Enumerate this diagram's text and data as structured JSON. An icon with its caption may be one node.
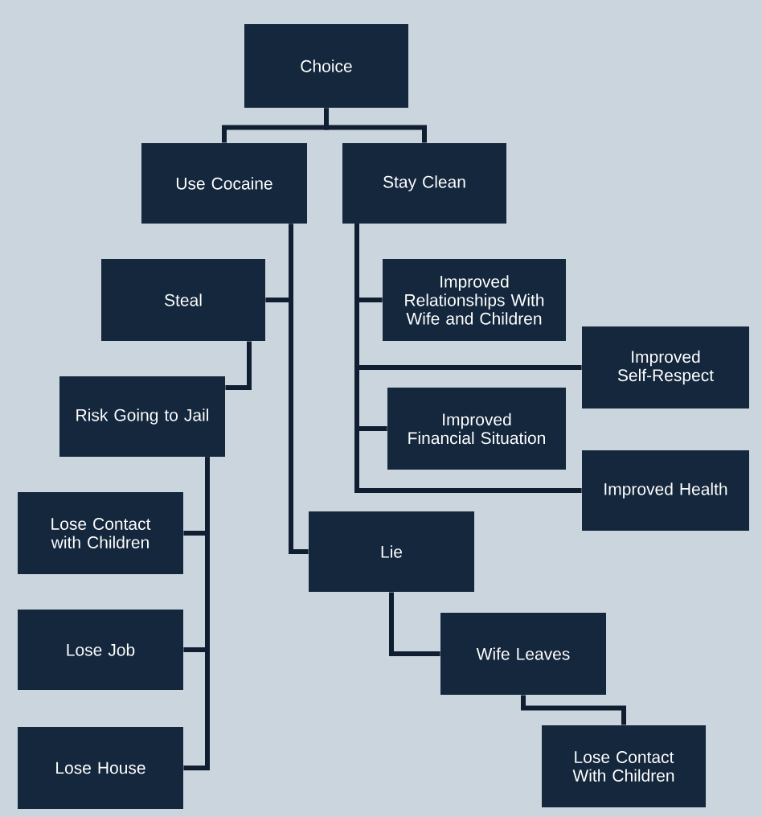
{
  "diagram": {
    "nodes": [
      {
        "text": [
          "Choice"
        ]
      },
      {
        "text": [
          "Use Cocaine"
        ]
      },
      {
        "text": [
          "Stay Clean"
        ]
      },
      {
        "text": [
          "Steal"
        ]
      },
      {
        "text": [
          "Risk Going to Jail"
        ]
      },
      {
        "text": [
          "Lose Contact with Children"
        ]
      },
      {
        "text": [
          "Lose Job"
        ]
      },
      {
        "text": [
          "Lose House"
        ]
      },
      {
        "text": [
          "Lie"
        ]
      },
      {
        "text": [
          "Wife Leaves"
        ]
      },
      {
        "text": [
          "Lose Contact With Children"
        ]
      },
      {
        "text": [
          "Improved Relationships With Wife and Children"
        ]
      },
      {
        "text": [
          "Improved Self-Respect"
        ]
      },
      {
        "text": [
          "Improved Financial Situation"
        ]
      },
      {
        "text": [
          "Improved Health"
        ]
      }
    ],
    "edges": [
      {
        "from": 0,
        "to": 1,
        "arrow": "none"
      },
      {
        "from": 0,
        "to": 2,
        "arrow": "none"
      },
      {
        "from": 1,
        "to": 3,
        "arrow": "none"
      },
      {
        "from": 1,
        "to": 8,
        "arrow": "none"
      },
      {
        "from": 3,
        "to": 4,
        "arrow": "none"
      },
      {
        "from": 4,
        "to": 5,
        "arrow": "none"
      },
      {
        "from": 4,
        "to": 6,
        "arrow": "none"
      },
      {
        "from": 4,
        "to": 7,
        "arrow": "none"
      },
      {
        "from": 2,
        "to": 11,
        "arrow": "none"
      },
      {
        "from": 2,
        "to": 12,
        "arrow": "none"
      },
      {
        "from": 2,
        "to": 13,
        "arrow": "none"
      },
      {
        "from": 2,
        "to": 14,
        "arrow": "none"
      },
      {
        "from": 8,
        "to": 9,
        "arrow": "none"
      },
      {
        "from": 9,
        "to": 10,
        "arrow": "none"
      }
    ]
  }
}
